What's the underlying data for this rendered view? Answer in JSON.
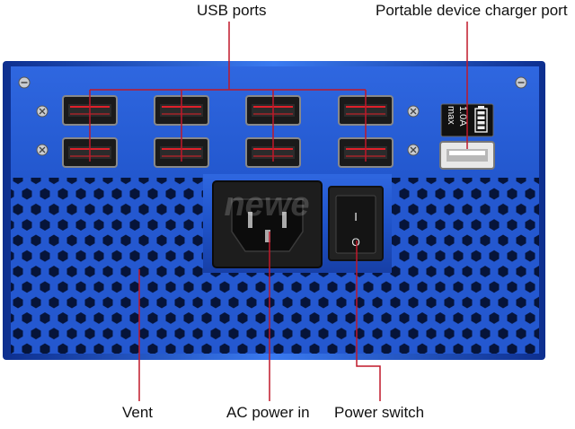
{
  "callouts": {
    "usb_ports": "USB ports",
    "charger_port": "Portable device charger port",
    "vent": "Vent",
    "ac_power": "AC power in",
    "power_switch": "Power switch"
  },
  "charger_rating": {
    "line1": "1.0A",
    "line2": "max"
  },
  "watermark": "newe",
  "switch_marks": {
    "on": "I",
    "off": "O"
  },
  "colors": {
    "panel_blue": "#1f53c9",
    "panel_dark": "#0a2a80",
    "callout_red": "#c0182a",
    "usb_red": "#e0202a"
  },
  "counts": {
    "usb_port_count": 8
  }
}
